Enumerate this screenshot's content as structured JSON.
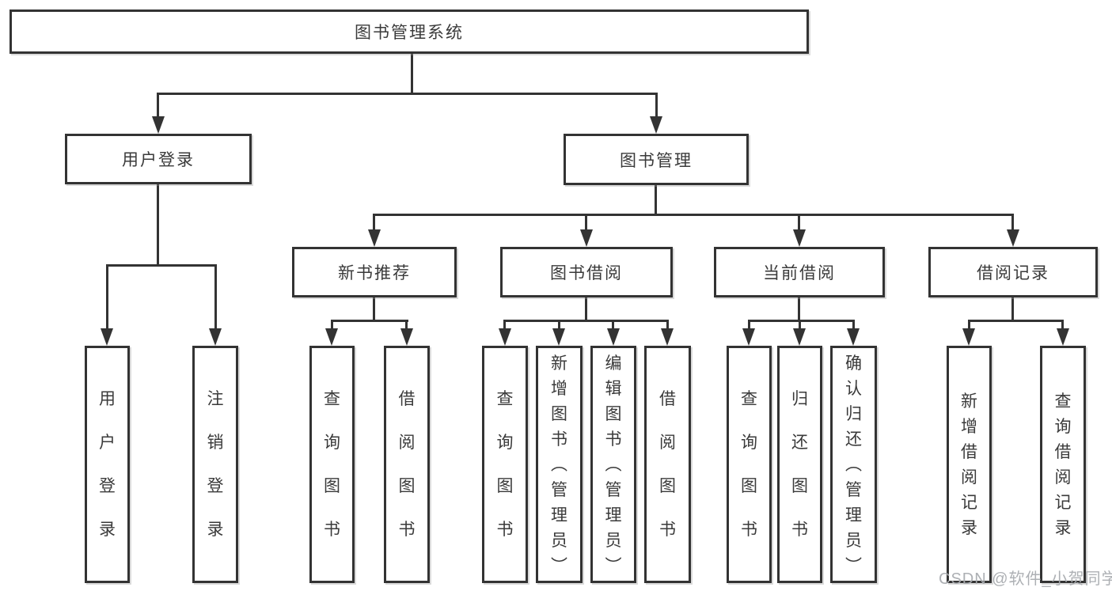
{
  "title": "图书管理系统",
  "root": {
    "label": "图书管理系统"
  },
  "level2": [
    {
      "label": "用户登录"
    },
    {
      "label": "图书管理"
    }
  ],
  "level3": [
    {
      "label": "新书推荐"
    },
    {
      "label": "图书借阅"
    },
    {
      "label": "当前借阅"
    },
    {
      "label": "借阅记录"
    }
  ],
  "leaves": {
    "user_login": [
      "用户登录",
      "注销登录"
    ],
    "new_books": [
      "查询图书",
      "借阅图书"
    ],
    "book_borrowing": [
      "查询图书",
      "新增图书（管理员）",
      "编辑图书（管理员）",
      "借阅图书"
    ],
    "current_borrowing": [
      "查询图书",
      "归还图书",
      "确认归还（管理员）"
    ],
    "borrowing_records": [
      "新增借阅记录",
      "查询借阅记录"
    ]
  },
  "watermark": {
    "text": "CSDN @软件_小贺同学"
  },
  "colors": {
    "line": "#333333",
    "box_border": "#333333",
    "box_fill": "#ffffff",
    "text": "#3a3a3a",
    "watermark": "#a9acb0"
  }
}
